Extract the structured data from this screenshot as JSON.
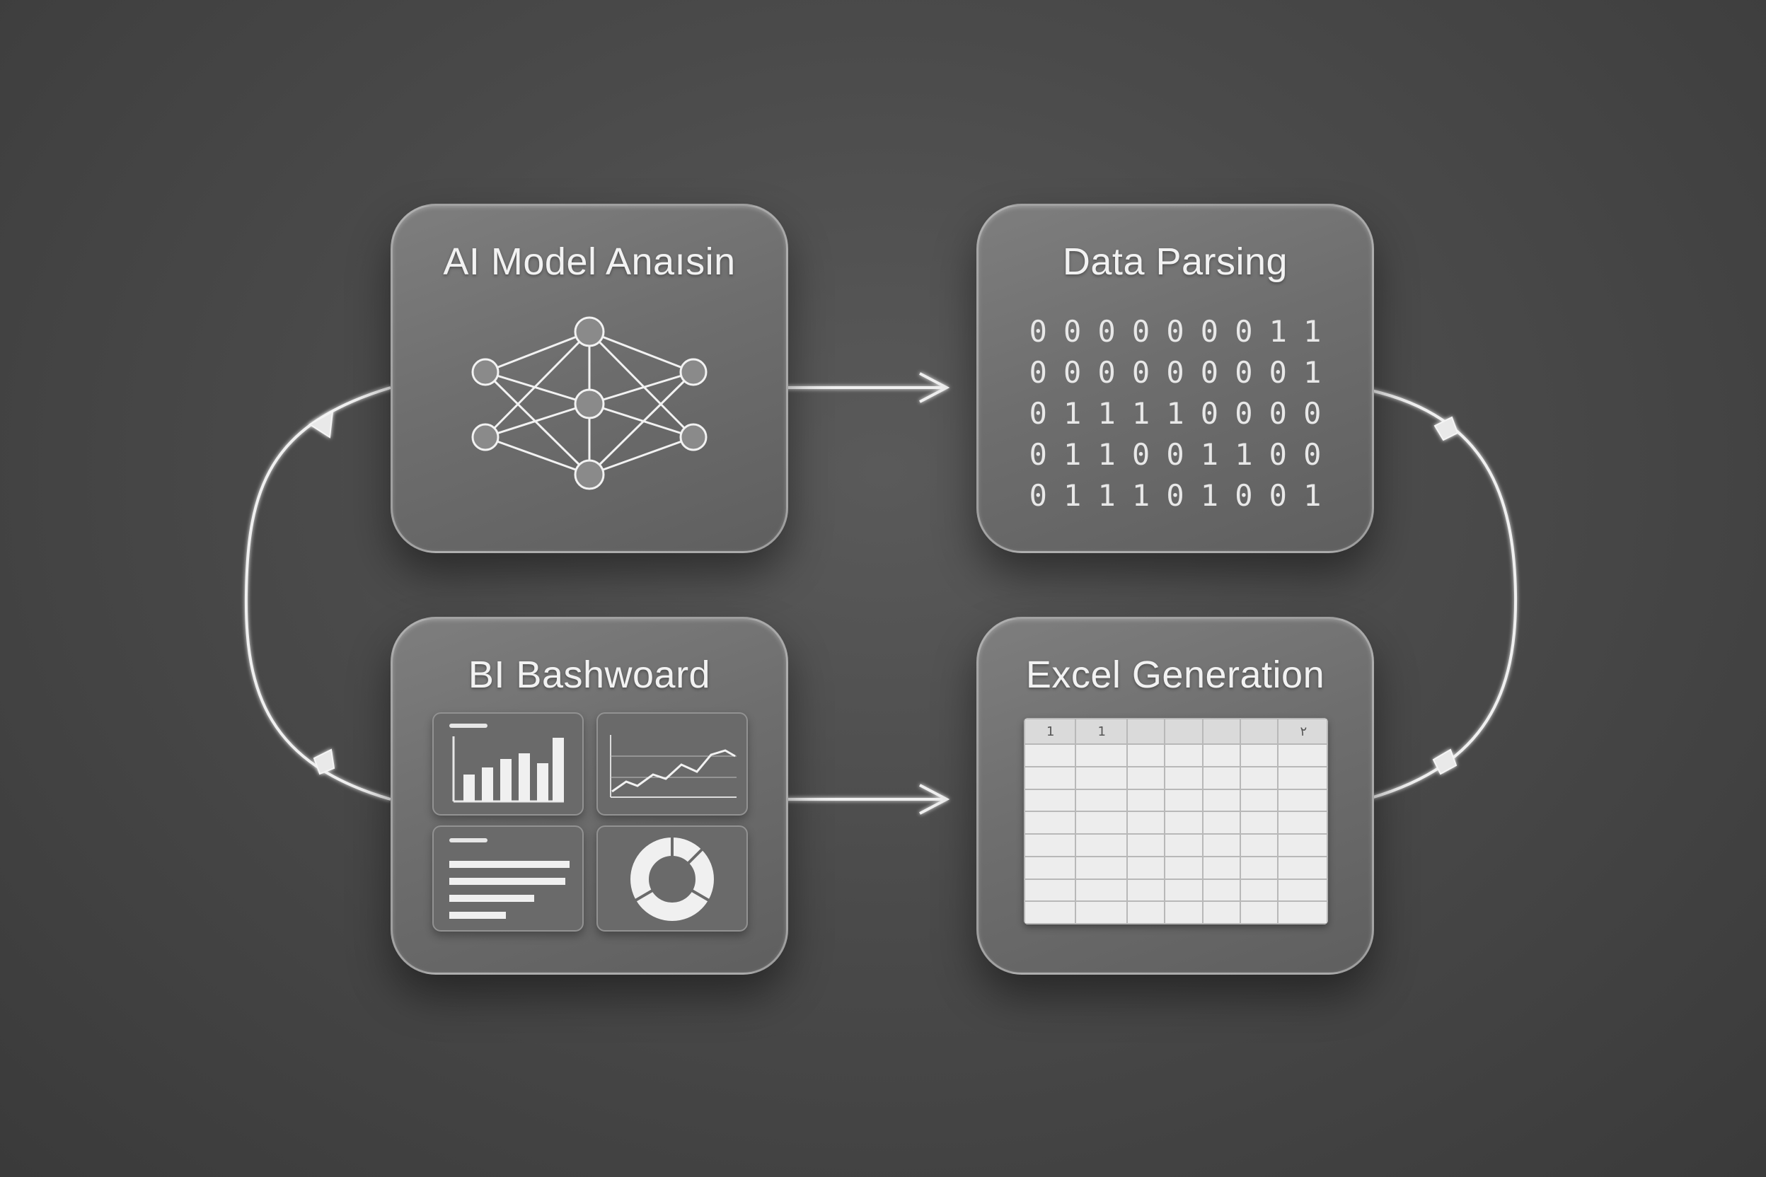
{
  "cards": {
    "ai_model": {
      "title": "AI Model Anaısin"
    },
    "data_parsing": {
      "title": "Data Parsing",
      "binary_rows": [
        [
          "0",
          "0",
          "0",
          "0",
          "0",
          "0",
          "0",
          "1",
          "1"
        ],
        [
          "0",
          "0",
          "0",
          "0",
          "0",
          "0",
          "0",
          "0",
          "1"
        ],
        [
          "0",
          "1",
          "1",
          "1",
          "1",
          "0",
          "0",
          "0",
          "0"
        ],
        [
          "0",
          "1",
          "1",
          "0",
          "0",
          "1",
          "1",
          "0",
          "0"
        ],
        [
          "0",
          "1",
          "1",
          "1",
          "0",
          "1",
          "0",
          "0",
          "1"
        ]
      ]
    },
    "bi_dashboard": {
      "title": "BI Bashwoard"
    },
    "excel_generation": {
      "title": "Excel Generation",
      "header_cells": [
        "1",
        "1",
        "",
        "",
        "",
        "",
        "٢"
      ]
    }
  },
  "colors": {
    "background": "#4a4a4a",
    "card": "#6e6e6e",
    "line": "#f0f0f0",
    "sheet": "#ededed"
  },
  "icons": {
    "ai_model": "neural-network-icon",
    "bi_dashboard": [
      "bar-chart-icon",
      "line-chart-icon",
      "text-lines-icon",
      "donut-chart-icon"
    ],
    "excel_generation": "spreadsheet-icon"
  }
}
